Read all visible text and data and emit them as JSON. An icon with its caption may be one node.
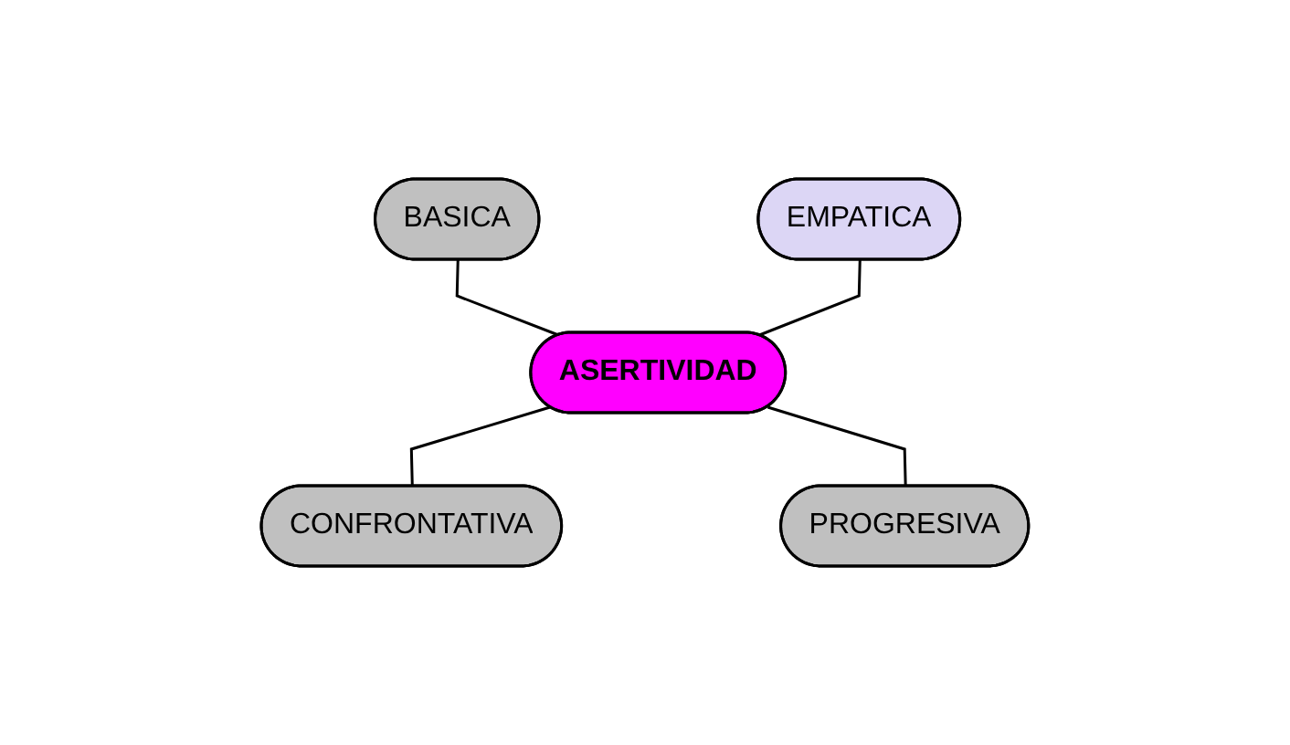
{
  "diagram": {
    "nodes": [
      {
        "text": [
          "BASICA"
        ]
      },
      {
        "text": [
          "EMPATICA"
        ]
      },
      {
        "text": [
          "ASERTIVIDAD"
        ]
      },
      {
        "text": [
          "CONFRONTATIVA"
        ]
      },
      {
        "text": [
          "PROGRESIVA"
        ]
      }
    ],
    "edges": [
      {
        "from": 0,
        "to": 2,
        "arrow": "none"
      },
      {
        "from": 1,
        "to": 2,
        "arrow": "none"
      },
      {
        "from": 2,
        "to": 3,
        "arrow": "none"
      },
      {
        "from": 2,
        "to": 4,
        "arrow": "none"
      }
    ]
  }
}
